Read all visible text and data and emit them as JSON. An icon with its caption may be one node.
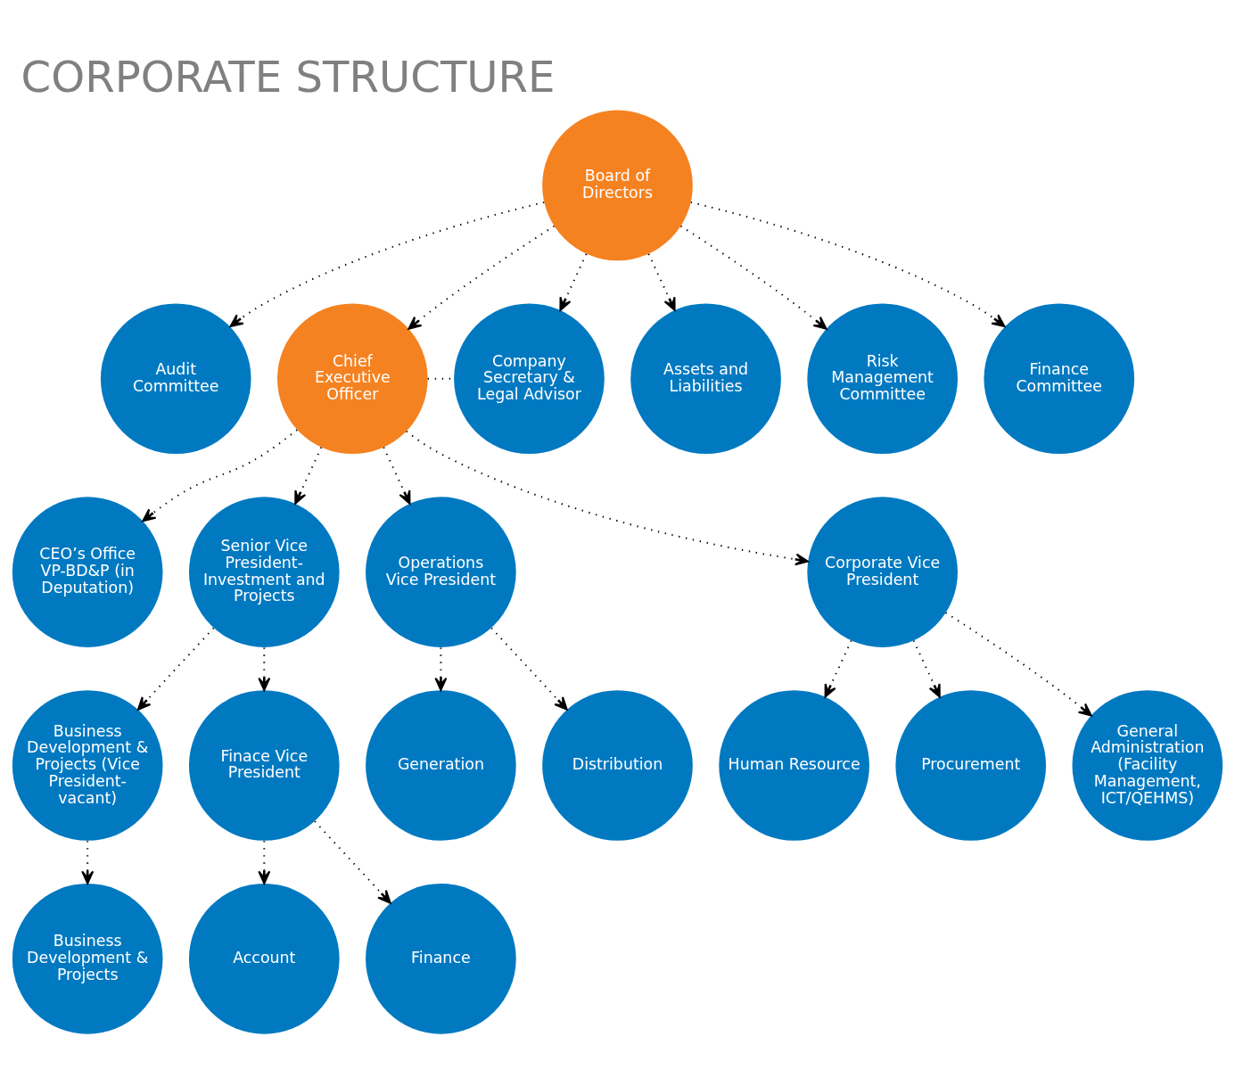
{
  "diagram": {
    "title": "CORPORATE STRUCTURE",
    "nodes": [
      {
        "text": [
          "Board of Directors"
        ]
      },
      {
        "text": [
          "Audit Committee"
        ]
      },
      {
        "text": [
          "Chief Executive Officer"
        ]
      },
      {
        "text": [
          "Company Secretary & Legal Advisor"
        ]
      },
      {
        "text": [
          "Assets and Liabilities"
        ]
      },
      {
        "text": [
          "CEO’s Office VP-BD&P (in Deputation)"
        ]
      },
      {
        "text": [
          "Risk Management Committee"
        ]
      },
      {
        "text": [
          "Senior Vice President- Investment and Projects"
        ]
      },
      {
        "text": [
          "Finance Committee"
        ]
      },
      {
        "text": [
          "Business Development & Projects (Vice President- vacant)"
        ]
      },
      {
        "text": [
          "Finace Vice President"
        ]
      },
      {
        "text": [
          "Operations Vice President"
        ]
      },
      {
        "text": [
          "Corporate Vice President"
        ]
      },
      {
        "text": [
          "Business Development & Projects"
        ]
      },
      {
        "text": [
          "Account"
        ]
      },
      {
        "text": [
          "Finance"
        ]
      },
      {
        "text": [
          "Generation"
        ]
      },
      {
        "text": [
          "Distribution"
        ]
      },
      {
        "text": [
          "Human Resource"
        ]
      },
      {
        "text": [
          "Procurement"
        ]
      },
      {
        "text": [
          "General Administration (Facility Management, ICT/QEHMS)"
        ]
      }
    ],
    "edges": [
      {
        "from": 0,
        "to": 2,
        "arrow": "to"
      },
      {
        "from": 0,
        "to": 3,
        "arrow": "to"
      },
      {
        "from": 0,
        "to": 1,
        "arrow": "to"
      },
      {
        "from": 0,
        "to": 4,
        "arrow": "to"
      },
      {
        "from": 0,
        "to": 6,
        "arrow": "to"
      },
      {
        "from": 0,
        "to": 8,
        "arrow": "to"
      },
      {
        "from": 2,
        "to": 3,
        "arrow": "none"
      },
      {
        "from": 2,
        "to": 7,
        "arrow": "to"
      },
      {
        "from": 2,
        "to": 5,
        "arrow": "to"
      },
      {
        "from": 2,
        "to": 11,
        "arrow": "to"
      },
      {
        "from": 2,
        "to": 12,
        "arrow": "to"
      },
      {
        "from": 7,
        "to": 9,
        "arrow": "to"
      },
      {
        "from": 7,
        "to": 10,
        "arrow": "to"
      },
      {
        "from": 9,
        "to": 13,
        "arrow": "to"
      },
      {
        "from": 10,
        "to": 14,
        "arrow": "to"
      },
      {
        "from": 10,
        "to": 15,
        "arrow": "to"
      },
      {
        "from": 11,
        "to": 16,
        "arrow": "to"
      },
      {
        "from": 11,
        "to": 17,
        "arrow": "to"
      },
      {
        "from": 12,
        "to": 18,
        "arrow": "to"
      },
      {
        "from": 12,
        "to": 19,
        "arrow": "to"
      },
      {
        "from": 12,
        "to": 20,
        "arrow": "to"
      }
    ]
  }
}
